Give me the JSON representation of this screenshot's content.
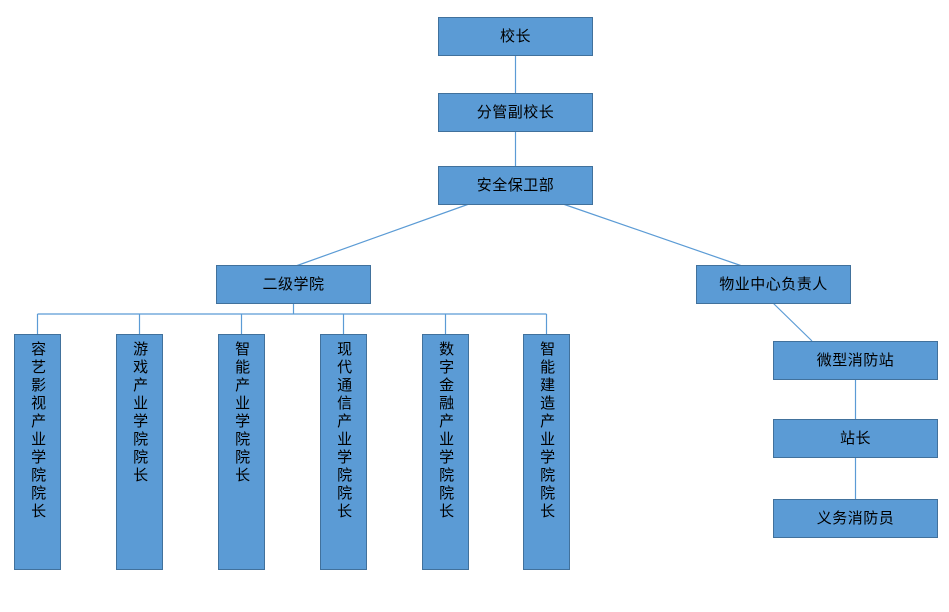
{
  "diagram": {
    "type": "organization-chart",
    "title_text": "",
    "colors": {
      "node_fill": "#5B9BD5",
      "node_border": "#41719C",
      "connector": "#5B9BD5",
      "text": "#000000",
      "background": "#FFFFFF"
    },
    "nodes": {
      "principal": {
        "label": "校长",
        "orientation": "horizontal"
      },
      "vice_principal": {
        "label": "分管副校长",
        "orientation": "horizontal"
      },
      "security_department": {
        "label": "安全保卫部",
        "orientation": "horizontal"
      },
      "secondary_colleges": {
        "label": "二级学院",
        "orientation": "horizontal"
      },
      "property_center_head": {
        "label": "物业中心负责人",
        "orientation": "horizontal"
      },
      "micro_fire_station": {
        "label": "微型消防站",
        "orientation": "horizontal"
      },
      "station_chief": {
        "label": "站长",
        "orientation": "horizontal"
      },
      "volunteer_firefighter": {
        "label": "义务消防员",
        "orientation": "horizontal"
      }
    },
    "college_deans": [
      {
        "label": "容艺影视产业学院院长",
        "orientation": "vertical"
      },
      {
        "label": "游戏产业学院院长",
        "orientation": "vertical"
      },
      {
        "label": "智能产业学院院长",
        "orientation": "vertical"
      },
      {
        "label": "现代通信产业学院院长",
        "orientation": "vertical"
      },
      {
        "label": "数字金融产业学院院长",
        "orientation": "vertical"
      },
      {
        "label": "智能建造产业学院院长",
        "orientation": "vertical"
      }
    ]
  }
}
